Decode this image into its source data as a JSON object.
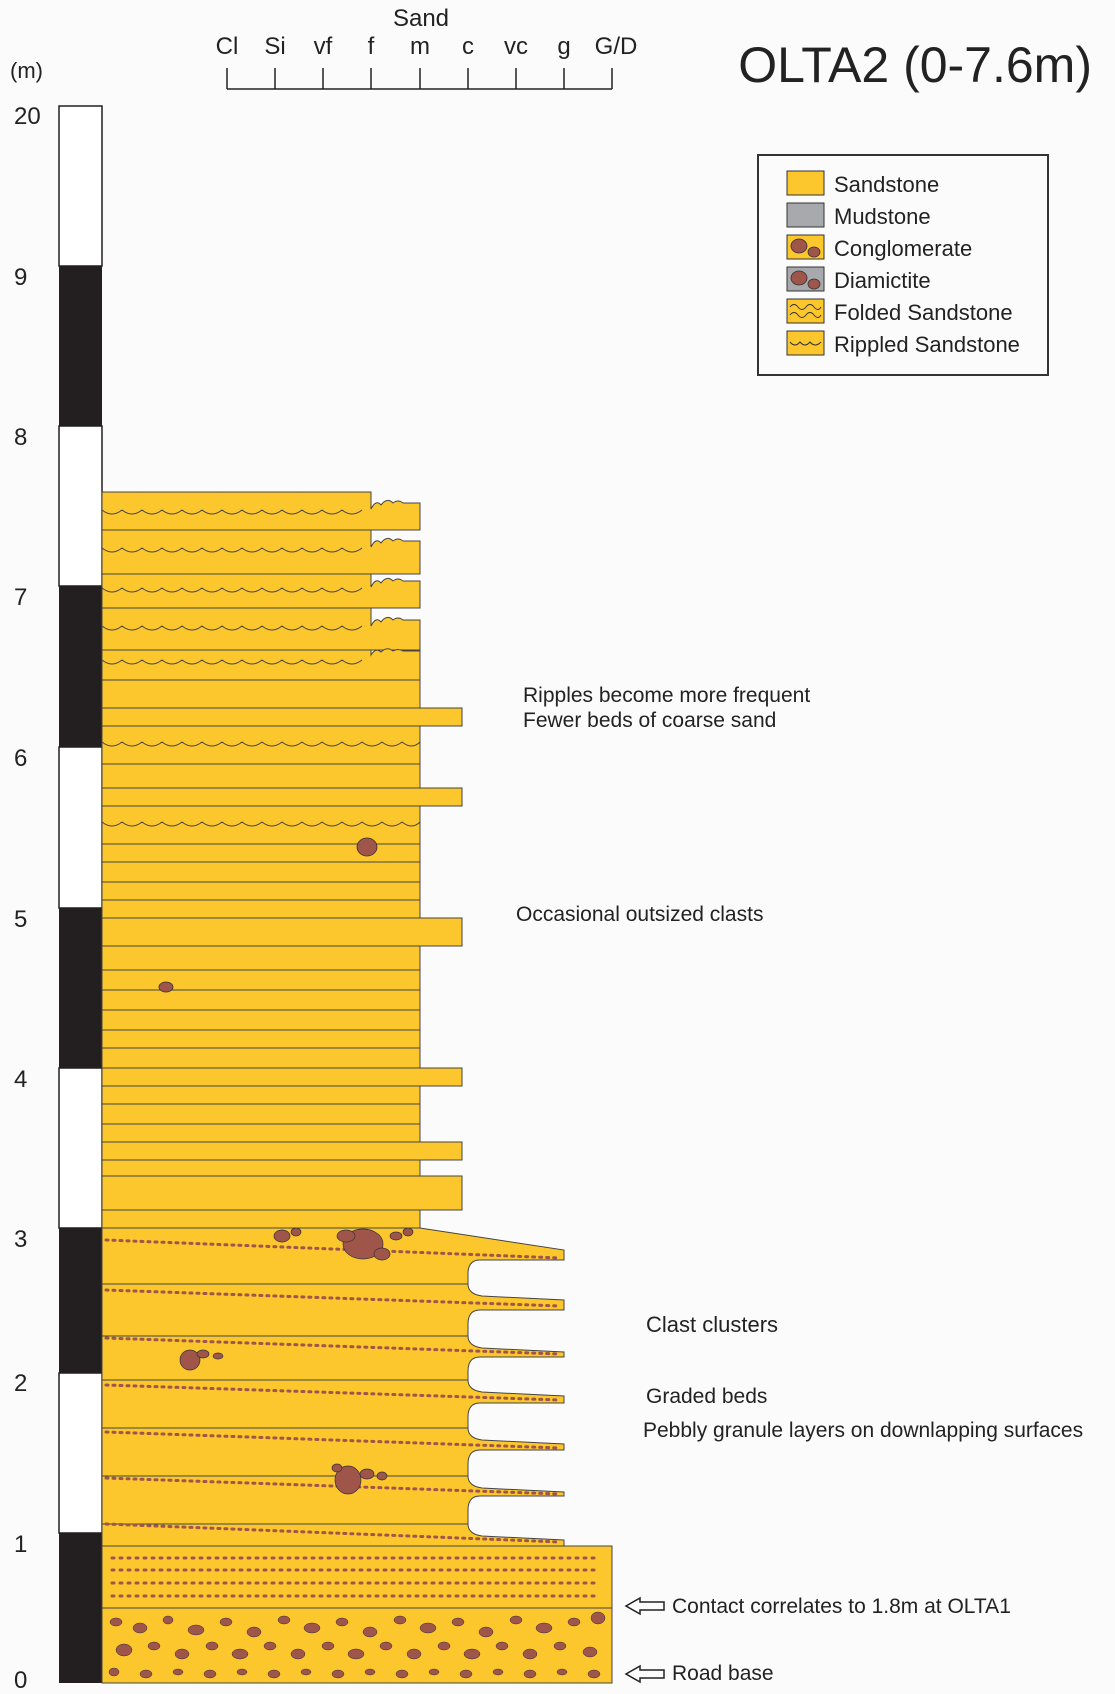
{
  "title": "OLTA2 (0-7.6m)",
  "scale": {
    "unit_label": "(m)",
    "ticks": [
      "20",
      "9",
      "8",
      "7",
      "6",
      "5",
      "4",
      "3",
      "2",
      "1",
      "0"
    ]
  },
  "grain_size": {
    "group_label": "Sand",
    "labels": [
      "Cl",
      "Si",
      "vf",
      "f",
      "m",
      "c",
      "vc",
      "g",
      "G/D"
    ]
  },
  "legend": {
    "items": [
      {
        "label": "Sandstone",
        "type": "sandstone"
      },
      {
        "label": "Mudstone",
        "type": "mudstone"
      },
      {
        "label": "Conglomerate",
        "type": "conglomerate"
      },
      {
        "label": "Diamictite",
        "type": "diamictite"
      },
      {
        "label": "Folded Sandstone",
        "type": "folded"
      },
      {
        "label": "Rippled Sandstone",
        "type": "rippled"
      }
    ]
  },
  "annotations": [
    {
      "id": "ripples",
      "text": "Ripples become more frequent"
    },
    {
      "id": "fewer",
      "text": "Fewer beds of coarse sand"
    },
    {
      "id": "outsized",
      "text": "Occasional outsized clasts"
    },
    {
      "id": "clusters",
      "text": "Clast clusters"
    },
    {
      "id": "graded",
      "text": "Graded beds"
    },
    {
      "id": "pebbly",
      "text": "Pebbly granule layers on downlapping surfaces"
    },
    {
      "id": "contact",
      "text": "Contact correlates to 1.8m at OLTA1"
    },
    {
      "id": "roadbase",
      "text": "Road base"
    }
  ],
  "colors": {
    "sandstone": "#fcc72c",
    "mudstone": "#a7a9ac",
    "clast": "#a0554b",
    "outline": "#333333",
    "scale_dark": "#231f20"
  }
}
